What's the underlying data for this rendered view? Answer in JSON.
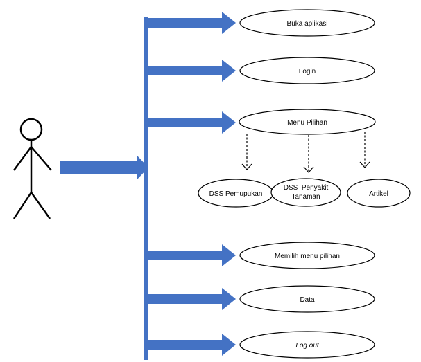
{
  "colors": {
    "arrow": "#4472c4",
    "outline": "#000000",
    "background": "#ffffff"
  },
  "actor": {
    "icon": "stick-figure-actor"
  },
  "use_cases": {
    "buka_aplikasi": "Buka aplikasi",
    "login": "Login",
    "menu_pilihan": "Menu Pilihan",
    "memilih_menu_pilihan": "Memilih menu pilihan",
    "data": "Data",
    "log_out": "Log out"
  },
  "sub_options": {
    "dss_pemupukan": "DSS Pemupukan",
    "dss_penyakit_line1": "DSS  Penyakit",
    "dss_penyakit_line2": "Tanaman",
    "artikel": "Artikel"
  }
}
